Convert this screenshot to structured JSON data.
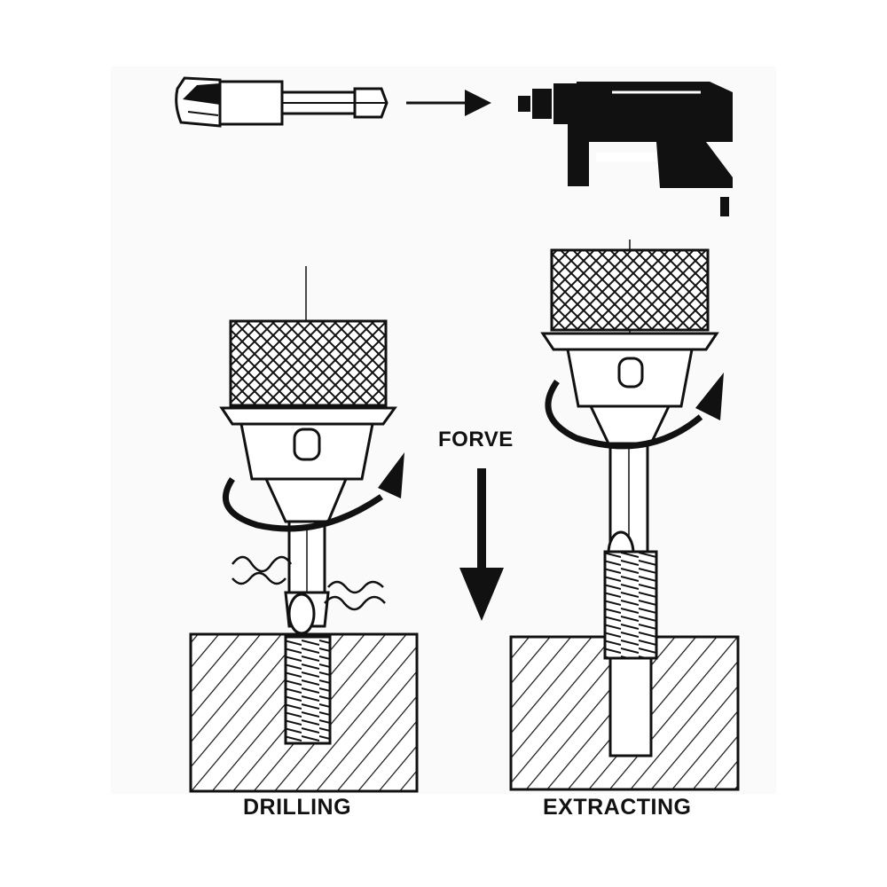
{
  "labels": {
    "drilling": "DRILLING",
    "extracting": "EXTRACTING",
    "force": "FORVE"
  },
  "colors": {
    "ink": "#111111",
    "background": "#ffffff",
    "panel": "#fafafa"
  },
  "icons": [
    "screw-extractor-bit-icon",
    "power-drill-icon",
    "drill-chuck-icon",
    "clockwise-arrow-icon",
    "counterclockwise-arrow-icon",
    "down-arrow-icon"
  ]
}
